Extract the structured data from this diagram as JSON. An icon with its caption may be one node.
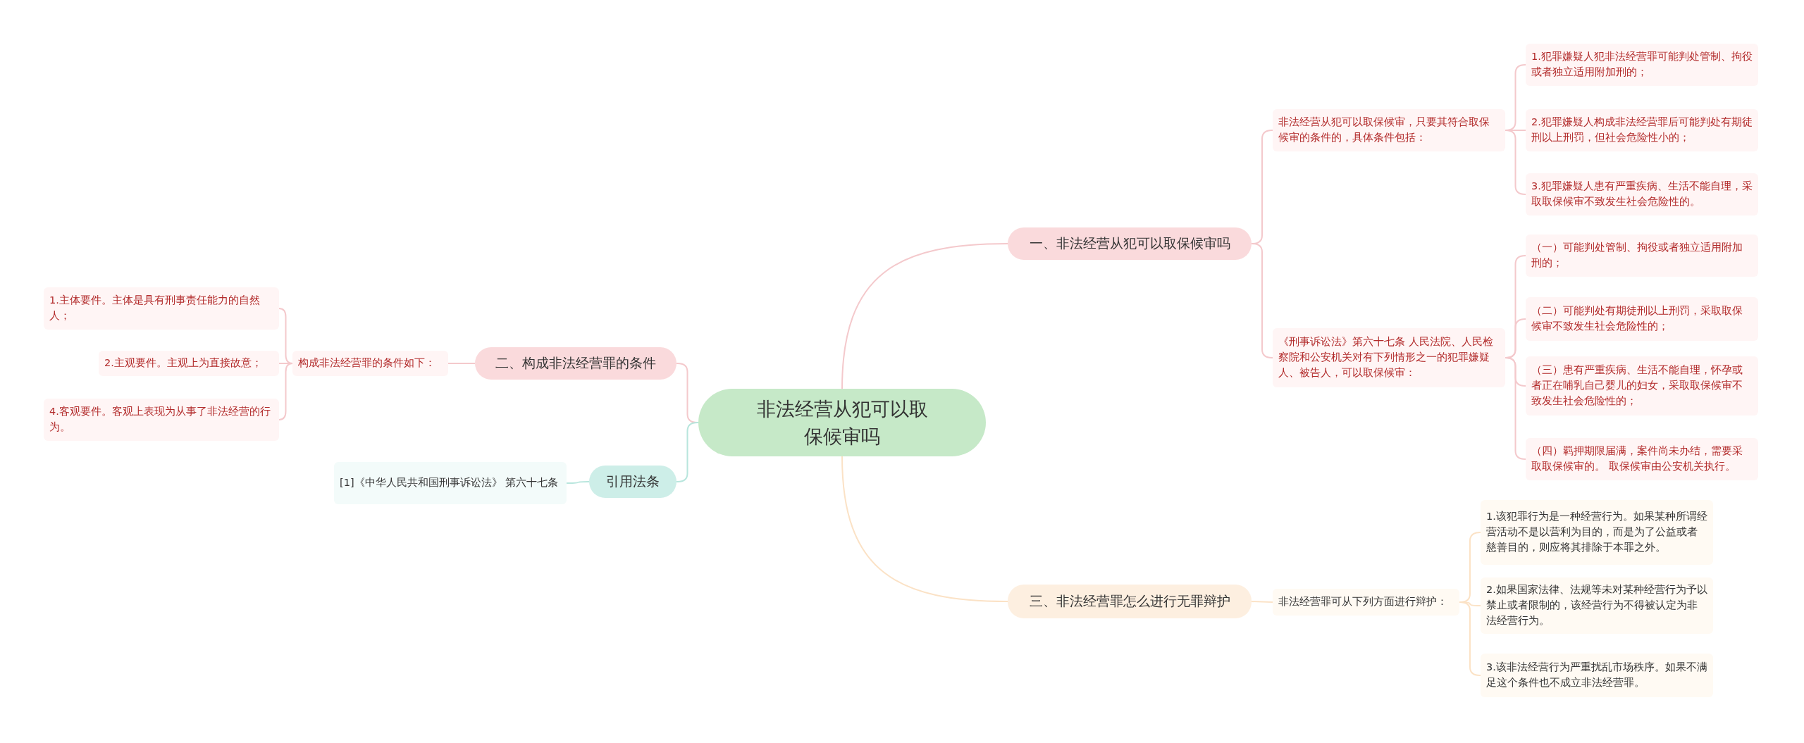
{
  "diagram": {
    "nodes": [
      {
        "text": [
          "非法经营从犯可以取保候审吗"
        ]
      },
      {
        "text": [
          "一、非法经营从犯可以取保候审吗"
        ]
      },
      {
        "text": [
          "非法经营从犯可以取保候审，只要其符合取保候审的条件的，具体条件包括："
        ]
      },
      {
        "text": [
          "1.犯罪嫌疑人犯非法经营罪可能判处管制、拘役或者独立适用附加刑的；"
        ]
      },
      {
        "text": [
          "2.犯罪嫌疑人构成非法经营罪后可能判处有期徒刑以上刑罚，但社会危险性小的；"
        ]
      },
      {
        "text": [
          "3.犯罪嫌疑人患有严重疾病、生活不能自理，采取取保候审不致发生社会危险性的。"
        ]
      },
      {
        "text": [
          "《刑事诉讼法》第六十七条 人民法院、人民检察院和公安机关对有下列情形之一的犯罪嫌疑人、被告人，可以取保候审："
        ]
      },
      {
        "text": [
          "（一）可能判处管制、拘役或者独立适用附加刑的；"
        ]
      },
      {
        "text": [
          "（二）可能判处有期徒刑以上刑罚，采取取保候审不致发生社会危险性的；"
        ]
      },
      {
        "text": [
          "（三）患有严重疾病、生活不能自理，怀孕或者正在哺乳自己婴儿的妇女，采取取保候审不致发生社会危险性的；"
        ]
      },
      {
        "text": [
          "（四）羁押期限届满，案件尚未办结，需要采取取保候审的。 取保候审由公安机关执行。"
        ]
      },
      {
        "text": [
          "三、非法经营罪怎么进行无罪辩护"
        ]
      },
      {
        "text": [
          "非法经营罪可从下列方面进行辩护："
        ]
      },
      {
        "text": [
          "1.该犯罪行为是一种经营行为。如果某种所谓经营活动不是以营利为目的，而是为了公益或者慈善目的，则应将其排除于本罪之外。"
        ]
      },
      {
        "text": [
          "2.如果国家法律、法规等未对某种经营行为予以禁止或者限制的，该经营行为不得被认定为非法经营行为。"
        ]
      },
      {
        "text": [
          "3.该非法经营行为严重扰乱市场秩序。如果不满足这个条件也不成立非法经营罪。"
        ]
      },
      {
        "text": [
          "二、构成非法经营罪的条件"
        ]
      },
      {
        "text": [
          "构成非法经营罪的条件如下："
        ]
      },
      {
        "text": [
          "1.主体要件。主体是具有刑事责任能力的自然人；"
        ]
      },
      {
        "text": [
          "2.主观要件。主观上为直接故意；"
        ]
      },
      {
        "text": [
          "4.客观要件。客观上表现为从事了非法经营的行为。"
        ]
      },
      {
        "text": [
          "引用法条"
        ]
      },
      {
        "text": [
          "[1]《中华人民共和国刑事诉讼法》 第六十七条"
        ]
      }
    ],
    "edges": [
      {
        "from": 0,
        "to": 1,
        "arrow": "none"
      },
      {
        "from": 1,
        "to": 2,
        "arrow": "none"
      },
      {
        "from": 2,
        "to": 3,
        "arrow": "none"
      },
      {
        "from": 2,
        "to": 4,
        "arrow": "none"
      },
      {
        "from": 2,
        "to": 5,
        "arrow": "none"
      },
      {
        "from": 1,
        "to": 6,
        "arrow": "none"
      },
      {
        "from": 6,
        "to": 7,
        "arrow": "none"
      },
      {
        "from": 6,
        "to": 8,
        "arrow": "none"
      },
      {
        "from": 6,
        "to": 9,
        "arrow": "none"
      },
      {
        "from": 6,
        "to": 10,
        "arrow": "none"
      },
      {
        "from": 0,
        "to": 11,
        "arrow": "none",
        "color": "#fbe2c6"
      },
      {
        "from": 11,
        "to": 12,
        "arrow": "none",
        "color": "#fbe2c6"
      },
      {
        "from": 12,
        "to": 13,
        "arrow": "none",
        "color": "#fbe2c6"
      },
      {
        "from": 12,
        "to": 14,
        "arrow": "none",
        "color": "#fbe2c6"
      },
      {
        "from": 12,
        "to": 15,
        "arrow": "none",
        "color": "#fbe2c6"
      },
      {
        "from": 0,
        "to": 16,
        "arrow": "none"
      },
      {
        "from": 16,
        "to": 17,
        "arrow": "none"
      },
      {
        "from": 17,
        "to": 18,
        "arrow": "none"
      },
      {
        "from": 17,
        "to": 19,
        "arrow": "none"
      },
      {
        "from": 17,
        "to": 20,
        "arrow": "none"
      },
      {
        "from": 0,
        "to": 21,
        "arrow": "none",
        "color": "#b8e6dd"
      },
      {
        "from": 21,
        "to": 22,
        "arrow": "none",
        "color": "#b8e6dd"
      }
    ]
  }
}
